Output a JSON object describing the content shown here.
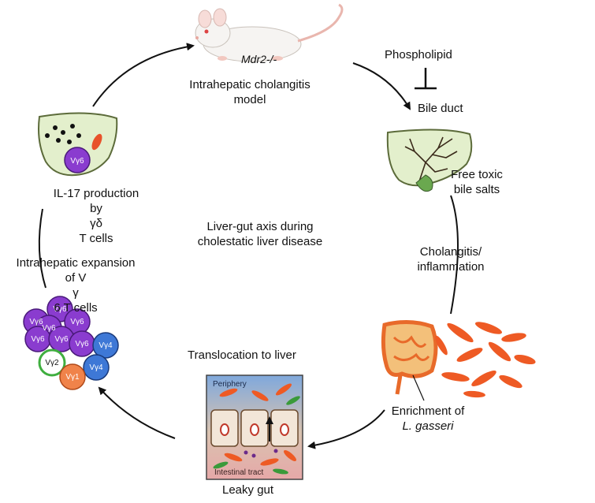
{
  "mouse": {
    "label": "Mdr2-/-"
  },
  "model": {
    "line1": "Intrahepatic cholangitis",
    "line2": "model"
  },
  "phospholipid": {
    "label": "Phospholipid"
  },
  "bile_duct": {
    "label": "Bile duct"
  },
  "toxic": {
    "line1": "Free toxic",
    "line2": "bile salts"
  },
  "cholangitis": {
    "line1": "Cholangitis/",
    "line2": "inflammation"
  },
  "enrichment": {
    "line1": "Enrichment of",
    "line2": "L. gasseri"
  },
  "leaky": {
    "label": "Leaky gut"
  },
  "gut_panel": {
    "top": "Periphery",
    "bottom": "Intestinal tract"
  },
  "translocation": {
    "label": "Translocation to liver"
  },
  "expansion": {
    "line1": "Intrahepatic expansion",
    "line2_prefix": "of V",
    "line2_greek": "γ",
    "line2_suffix": "6 T cells"
  },
  "il17": {
    "line1": "IL-17 production",
    "line2_prefix": "by ",
    "line2_greek": "γδ",
    "line2_suffix": " T cells"
  },
  "center": {
    "line1": "Liver-gut axis during",
    "line2": "cholestatic liver disease"
  },
  "cells": {
    "liver_cell": "Vγ6",
    "cluster": [
      "Vγ6",
      "Vγ6",
      "Vγ6",
      "Vγ6",
      "Vγ6",
      "Vγ6",
      "Vγ6",
      "Vγ4",
      "Vγ2",
      "Vγ4",
      "Vγ1"
    ]
  },
  "colors": {
    "liver": "#e3efcc",
    "liver_edge": "#5c6b3a",
    "purple": "#8a3ccf",
    "green_cell": "#3fae3f",
    "blue_cell": "#3e78d6",
    "orange_cell": "#f0834a",
    "bacteria": "#ee5a24",
    "intestine": "#f0a040"
  }
}
